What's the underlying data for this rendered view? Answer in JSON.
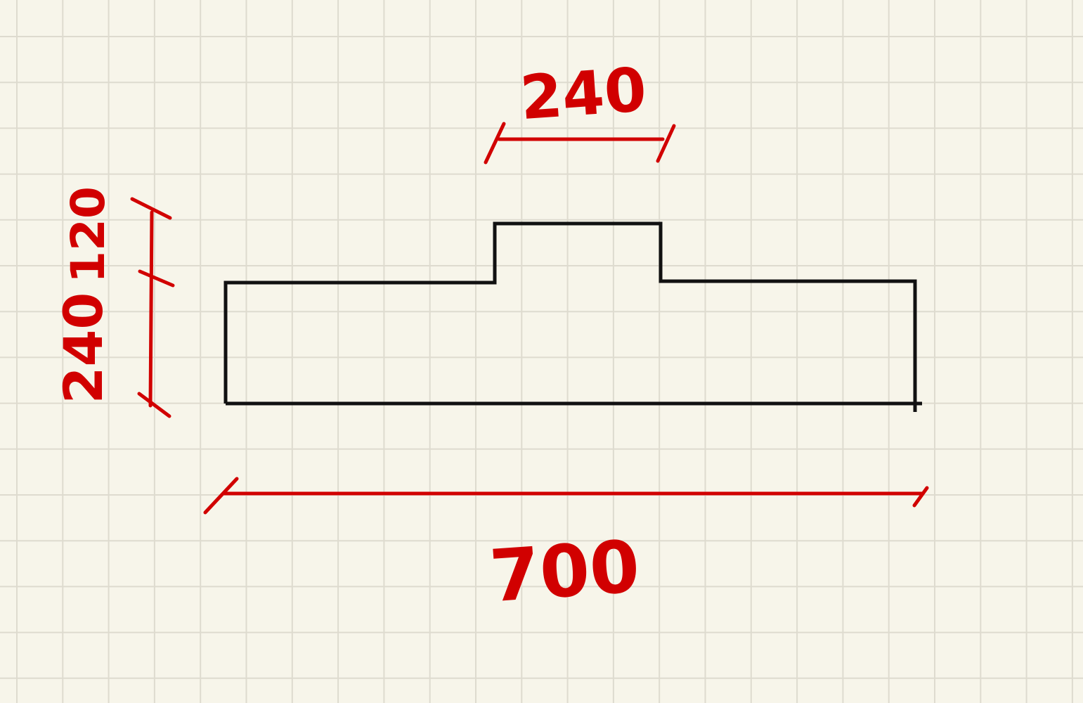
{
  "figure": {
    "type": "handwritten dimensioned sketch",
    "colors": {
      "paper": "#f7f5ea",
      "grid": "#dedbcf",
      "shape_outline": "#111111",
      "dimension_ink": "#d10000"
    }
  },
  "dimensions": {
    "top_width_label": "240",
    "total_width_label": "700",
    "left_height_labels": [
      "240",
      "120"
    ]
  }
}
